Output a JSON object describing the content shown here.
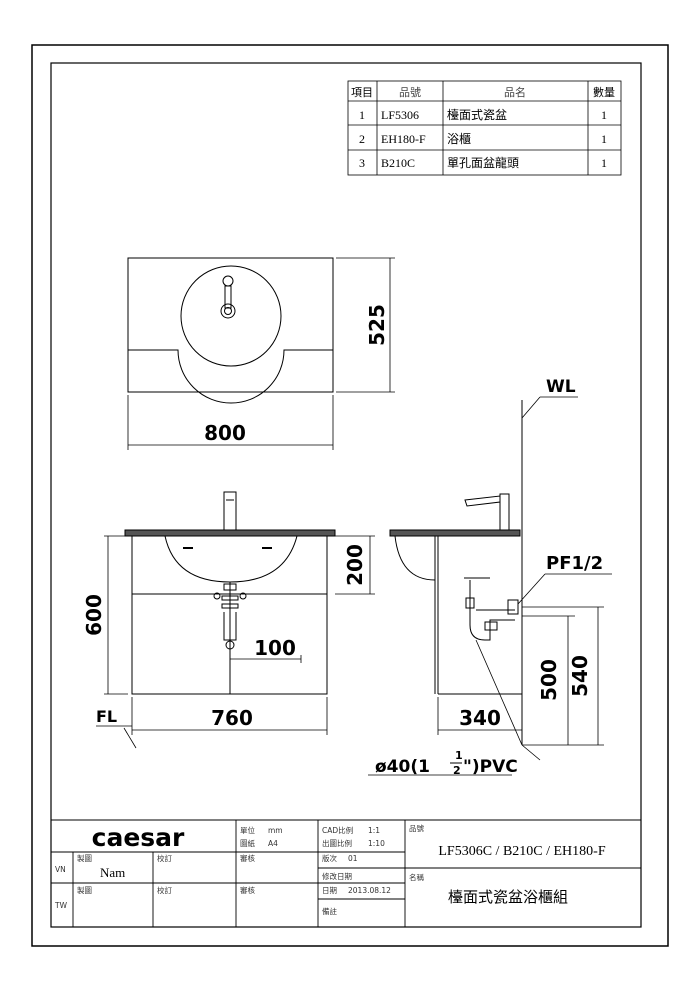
{
  "parts_table": {
    "headers": [
      "項目",
      "品號",
      "品名",
      "數量"
    ],
    "rows": [
      [
        "1",
        "LF5306",
        "檯面式瓷盆",
        "1"
      ],
      [
        "2",
        "EH180-F",
        "浴櫃",
        "1"
      ],
      [
        "3",
        "B210C",
        "單孔面盆龍頭",
        "1"
      ]
    ]
  },
  "dimensions": {
    "top_width": "800",
    "top_depth": "525",
    "front_basin_height": "200",
    "front_height": "600",
    "drain_offset": "100",
    "front_width": "760",
    "side_depth": "340",
    "drain_height": "500",
    "supply_height": "540"
  },
  "labels": {
    "wall": "WL",
    "floor": "FL",
    "supply": "PF1/2",
    "drain_pre": "ø40(1",
    "drain_num": "1",
    "drain_den": "2",
    "drain_post": "\")PVC"
  },
  "title_block": {
    "brand": "caesar",
    "unit_label": "單位",
    "unit_value": "mm",
    "paper_label": "圖紙",
    "paper_value": "A4",
    "cad_scale_label": "CAD比例",
    "cad_scale_value": "1:1",
    "print_scale_label": "出圖比例",
    "print_scale_value": "1:10",
    "product_code_label": "品號",
    "product_code": "LF5306C / B210C / EH180-F",
    "drawn_label": "製圖",
    "drawn_value": "Nam",
    "checked_label": "校訂",
    "approved_label": "審核",
    "version_label": "版次",
    "version_value": "01",
    "revision_label": "修改日期",
    "name_label": "名稱",
    "product_name": "檯面式瓷盆浴櫃組",
    "vn": "VN",
    "tw": "TW",
    "drawn_label_2": "製圖",
    "checked_label_2": "校訂",
    "approved_label_2": "審核",
    "date_label": "日期",
    "date_value": "2013.08.12",
    "remark_label": "備註"
  }
}
